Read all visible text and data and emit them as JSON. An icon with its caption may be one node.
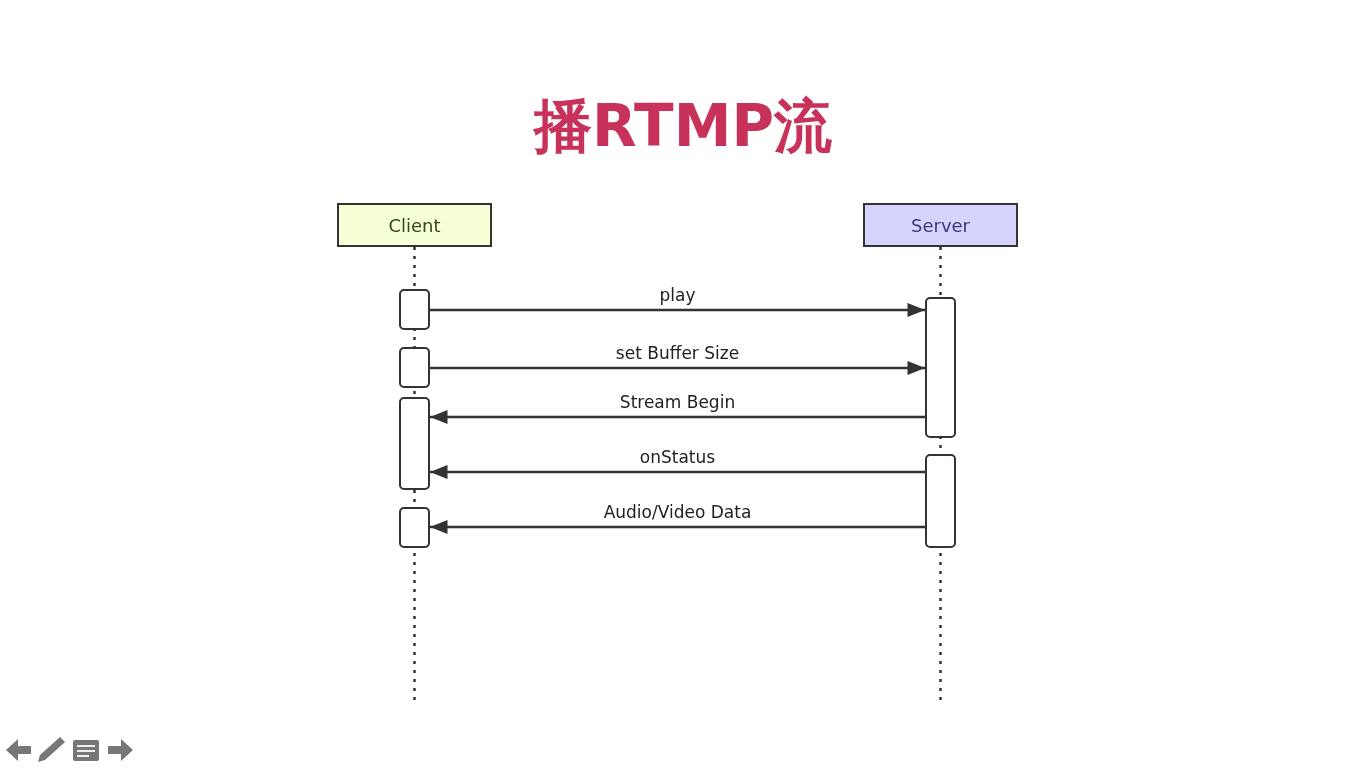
{
  "diagram": {
    "title": "播RTMP流",
    "nodes": [
      {
        "text": [
          "Client"
        ]
      },
      {
        "text": [
          "Server"
        ]
      },
      {
        "text": [],
        "shape": "bar"
      },
      {
        "text": [],
        "shape": "bar"
      },
      {
        "text": [],
        "shape": "bar"
      },
      {
        "text": [],
        "shape": "bar"
      },
      {
        "text": [],
        "shape": "bar"
      },
      {
        "text": [],
        "shape": "bar"
      }
    ],
    "edges": [
      {
        "from": 2,
        "to": 3,
        "arrow": "to",
        "label": "play"
      },
      {
        "from": 4,
        "to": 3,
        "arrow": "to",
        "label": "set Buffer Size"
      },
      {
        "from": 3,
        "to": 5,
        "arrow": "to",
        "label": "Stream Begin"
      },
      {
        "from": 6,
        "to": 5,
        "arrow": "to",
        "label": "onStatus"
      },
      {
        "from": 6,
        "to": 7,
        "arrow": "to",
        "label": "Audio/Video Data"
      }
    ]
  }
}
